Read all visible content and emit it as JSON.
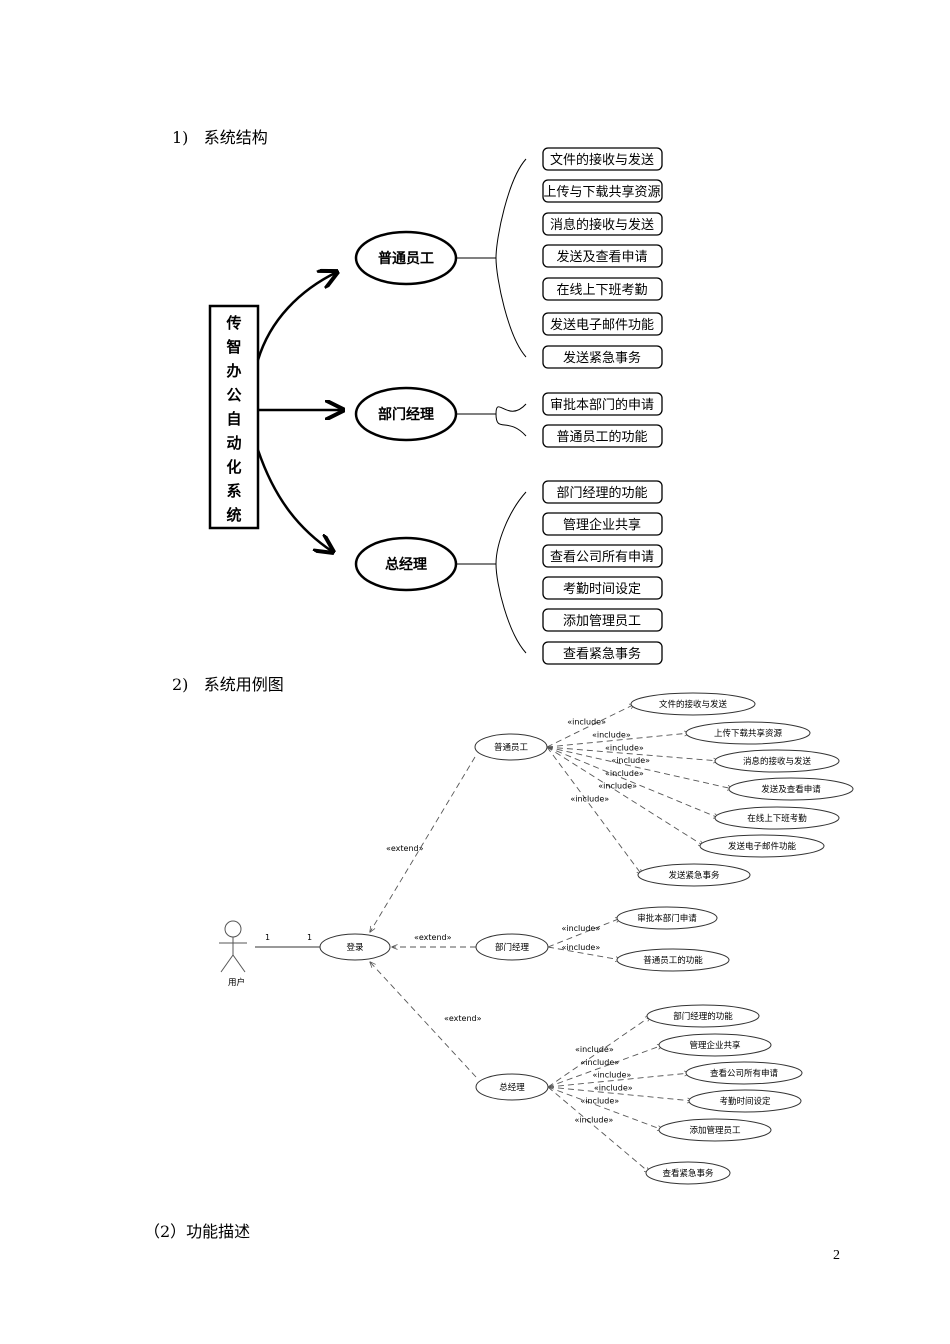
{
  "section1_heading": {
    "num": "1)",
    "text": "系统结构"
  },
  "section2_heading": {
    "num": "2)",
    "text": "系统用例图"
  },
  "section3_heading": "（2）功能描述",
  "page_number": "2",
  "structure": {
    "root_chars": [
      "传",
      "智",
      "办",
      "公",
      "自",
      "动",
      "化",
      "系",
      "统"
    ],
    "roles": [
      {
        "name": "普通员工",
        "functions": [
          "文件的接收与发送",
          "上传与下载共享资源",
          "消息的接收与发送",
          "发送及查看申请",
          "在线上下班考勤",
          "发送电子邮件功能",
          "发送紧急事务"
        ]
      },
      {
        "name": "部门经理",
        "functions": [
          "审批本部门的申请",
          "普通员工的功能"
        ]
      },
      {
        "name": "总经理",
        "functions": [
          "部门经理的功能",
          "管理企业共享",
          "查看公司所有申请",
          "考勤时间设定",
          "添加管理员工",
          "查看紧急事务"
        ]
      }
    ]
  },
  "usecase": {
    "actor": "用户",
    "login": "登录",
    "multiplicity_left": "1",
    "multiplicity_right": "1",
    "extend_label": "«extend»",
    "include_label": "«include»",
    "roles": [
      {
        "name": "普通员工",
        "cases": [
          "文件的接收与发送",
          "上传下载共享资源",
          "消息的接收与发送",
          "发送及查看申请",
          "在线上下班考勤",
          "发送电子邮件功能",
          "发送紧急事务"
        ]
      },
      {
        "name": "部门经理",
        "cases": [
          "审批本部门申请",
          "普通员工的功能"
        ]
      },
      {
        "name": "总经理",
        "cases": [
          "部门经理的功能",
          "管理企业共享",
          "查看公司所有申请",
          "考勤时间设定",
          "添加管理员工",
          "查看紧急事务"
        ]
      }
    ]
  }
}
